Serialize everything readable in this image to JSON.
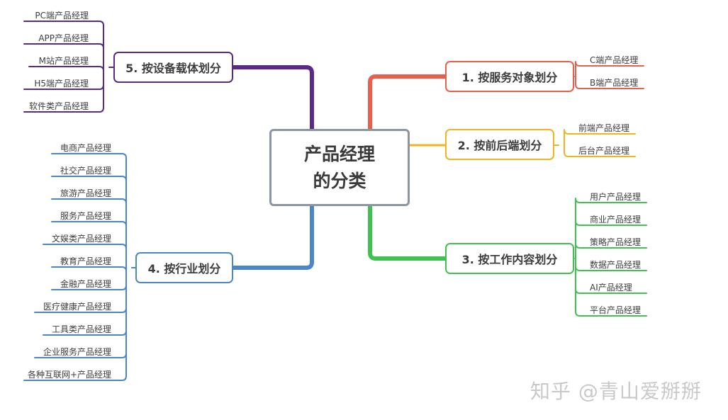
{
  "root": {
    "line1": "产品经理",
    "line2": "的分类"
  },
  "branches": [
    {
      "label": "1. 按服务对象划分",
      "color": "#e8604c",
      "leaves": [
        "C端产品经理",
        "B端产品经理"
      ]
    },
    {
      "label": "2. 按前后端划分",
      "color": "#efb323",
      "leaves": [
        "前端产品经理",
        "后台产品经理"
      ]
    },
    {
      "label": "3. 按工作内容划分",
      "color": "#3fc24f",
      "leaves": [
        "用户产品经理",
        "商业产品经理",
        "策略产品经理",
        "数据产品经理",
        "AI产品经理",
        "平台产品经理"
      ]
    },
    {
      "label": "4. 按行业划分",
      "color": "#4a86c8",
      "leaves": [
        "电商产品经理",
        "社交产品经理",
        "旅游产品经理",
        "服务产品经理",
        "文娱类产品经理",
        "教育产品经理",
        "金融产品经理",
        "医疗健康产品经理",
        "工具类产品经理",
        "企业服务产品经理",
        "各种互联网+产品经理"
      ]
    },
    {
      "label": "5. 按设备载体划分",
      "color": "#5a2a86",
      "leaves": [
        "PC端产品经理",
        "APP产品经理",
        "M站产品经理",
        "H5端产品经理",
        "软件类产品经理"
      ]
    }
  ],
  "watermark": "知乎 @青山爱掰掰"
}
